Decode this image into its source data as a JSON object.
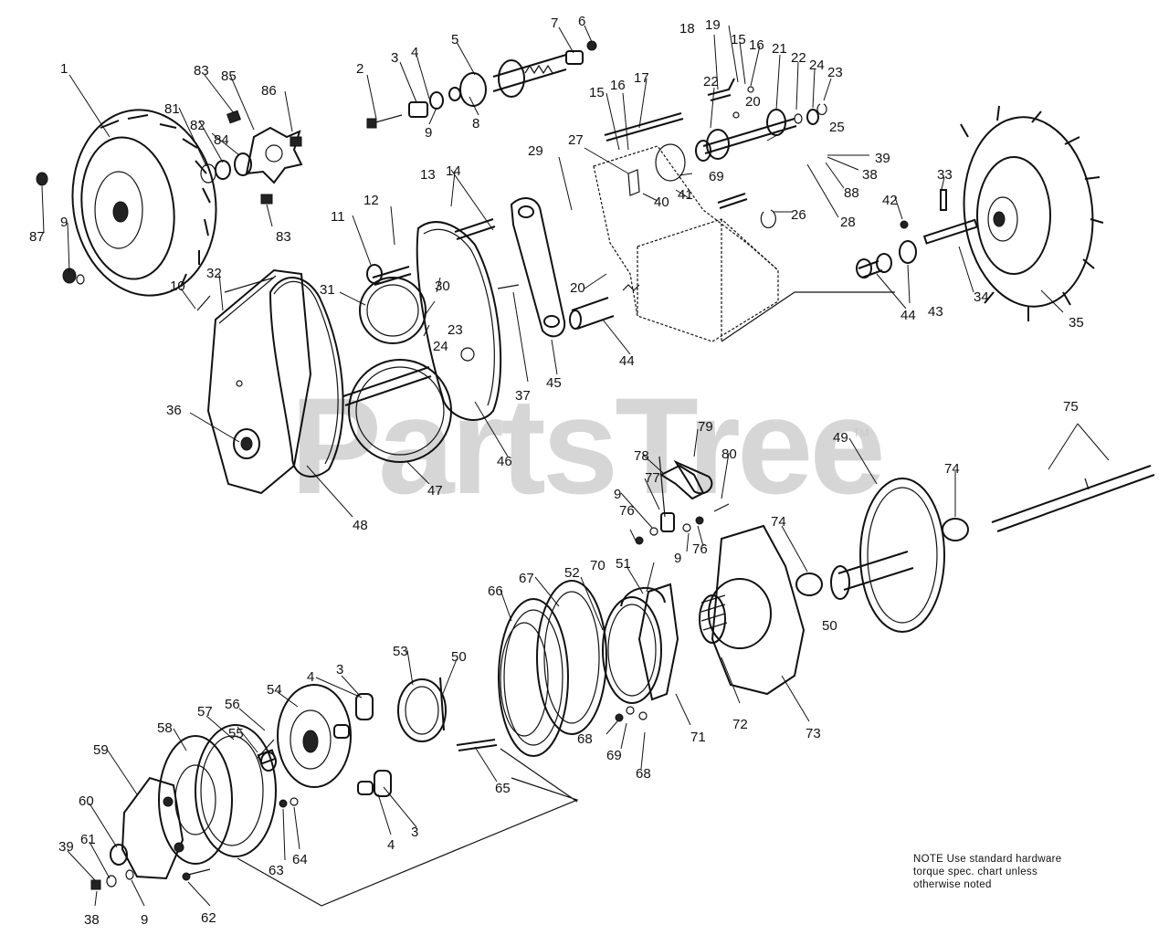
{
  "watermark": {
    "brand": "PartsTree",
    "trademark": "TM"
  },
  "note": {
    "lines": [
      "NOTE  Use standard hardware",
      "torque spec. chart unless",
      "otherwise noted"
    ]
  },
  "callouts": [
    {
      "id": "c1",
      "text": "1"
    },
    {
      "id": "c2",
      "text": "2"
    },
    {
      "id": "c3a",
      "text": "3"
    },
    {
      "id": "c4a",
      "text": "4"
    },
    {
      "id": "c5",
      "text": "5"
    },
    {
      "id": "c7",
      "text": "7"
    },
    {
      "id": "c6",
      "text": "6"
    },
    {
      "id": "c8",
      "text": "8"
    },
    {
      "id": "c9a",
      "text": "9"
    },
    {
      "id": "c18",
      "text": "18"
    },
    {
      "id": "c19",
      "text": "19"
    },
    {
      "id": "c15a",
      "text": "15"
    },
    {
      "id": "c16a",
      "text": "16"
    },
    {
      "id": "c21",
      "text": "21"
    },
    {
      "id": "c22a",
      "text": "22"
    },
    {
      "id": "c24a",
      "text": "24"
    },
    {
      "id": "c23a",
      "text": "23"
    },
    {
      "id": "c20a",
      "text": "20"
    },
    {
      "id": "c25",
      "text": "25"
    },
    {
      "id": "c17",
      "text": "17"
    },
    {
      "id": "c15b",
      "text": "15"
    },
    {
      "id": "c16b",
      "text": "16"
    },
    {
      "id": "c22b",
      "text": "22"
    },
    {
      "id": "c27",
      "text": "27"
    },
    {
      "id": "c29",
      "text": "29"
    },
    {
      "id": "c69a",
      "text": "69"
    },
    {
      "id": "c41",
      "text": "41"
    },
    {
      "id": "c40",
      "text": "40"
    },
    {
      "id": "c39a",
      "text": "39"
    },
    {
      "id": "c38a",
      "text": "38"
    },
    {
      "id": "c88",
      "text": "88"
    },
    {
      "id": "c28",
      "text": "28"
    },
    {
      "id": "c26",
      "text": "26"
    },
    {
      "id": "c42",
      "text": "42"
    },
    {
      "id": "c33",
      "text": "33"
    },
    {
      "id": "c43",
      "text": "43"
    },
    {
      "id": "c34",
      "text": "34"
    },
    {
      "id": "c35",
      "text": "35"
    },
    {
      "id": "c44a",
      "text": "44"
    },
    {
      "id": "c44b",
      "text": "44"
    },
    {
      "id": "c45",
      "text": "45"
    },
    {
      "id": "c20b",
      "text": "20"
    },
    {
      "id": "c37",
      "text": "37"
    },
    {
      "id": "c46",
      "text": "46"
    },
    {
      "id": "c13",
      "text": "13"
    },
    {
      "id": "c14",
      "text": "14"
    },
    {
      "id": "c12",
      "text": "12"
    },
    {
      "id": "c11",
      "text": "11"
    },
    {
      "id": "c30",
      "text": "30"
    },
    {
      "id": "c23b",
      "text": "23"
    },
    {
      "id": "c24b",
      "text": "24"
    },
    {
      "id": "c31",
      "text": "31"
    },
    {
      "id": "c32",
      "text": "32"
    },
    {
      "id": "c10",
      "text": "10"
    },
    {
      "id": "c36",
      "text": "36"
    },
    {
      "id": "c47",
      "text": "47"
    },
    {
      "id": "c48",
      "text": "48"
    },
    {
      "id": "c83a",
      "text": "83"
    },
    {
      "id": "c85",
      "text": "85"
    },
    {
      "id": "c86",
      "text": "86"
    },
    {
      "id": "c81",
      "text": "81"
    },
    {
      "id": "c82",
      "text": "82"
    },
    {
      "id": "c84",
      "text": "84"
    },
    {
      "id": "c83b",
      "text": "83"
    },
    {
      "id": "c87",
      "text": "87"
    },
    {
      "id": "c9b",
      "text": "9"
    },
    {
      "id": "c79",
      "text": "79"
    },
    {
      "id": "c78",
      "text": "78"
    },
    {
      "id": "c80",
      "text": "80"
    },
    {
      "id": "c77",
      "text": "77"
    },
    {
      "id": "c9c",
      "text": "9"
    },
    {
      "id": "c76a",
      "text": "76"
    },
    {
      "id": "c76b",
      "text": "76"
    },
    {
      "id": "c9d",
      "text": "9"
    },
    {
      "id": "c49",
      "text": "49"
    },
    {
      "id": "c75",
      "text": "75"
    },
    {
      "id": "c74a",
      "text": "74"
    },
    {
      "id": "c74b",
      "text": "74"
    },
    {
      "id": "c50a",
      "text": "50"
    },
    {
      "id": "c51",
      "text": "51"
    },
    {
      "id": "c70",
      "text": "70"
    },
    {
      "id": "c52",
      "text": "52"
    },
    {
      "id": "c67",
      "text": "67"
    },
    {
      "id": "c66",
      "text": "66"
    },
    {
      "id": "c72",
      "text": "72"
    },
    {
      "id": "c73",
      "text": "73"
    },
    {
      "id": "c71",
      "text": "71"
    },
    {
      "id": "c68a",
      "text": "68"
    },
    {
      "id": "c69b",
      "text": "69"
    },
    {
      "id": "c68b",
      "text": "68"
    },
    {
      "id": "c53",
      "text": "53"
    },
    {
      "id": "c50b",
      "text": "50"
    },
    {
      "id": "c65",
      "text": "65"
    },
    {
      "id": "c4b",
      "text": "4"
    },
    {
      "id": "c3b",
      "text": "3"
    },
    {
      "id": "c54",
      "text": "54"
    },
    {
      "id": "c56",
      "text": "56"
    },
    {
      "id": "c57",
      "text": "57"
    },
    {
      "id": "c55",
      "text": "55"
    },
    {
      "id": "c58",
      "text": "58"
    },
    {
      "id": "c59",
      "text": "59"
    },
    {
      "id": "c4c",
      "text": "4"
    },
    {
      "id": "c3c",
      "text": "3"
    },
    {
      "id": "c64",
      "text": "64"
    },
    {
      "id": "c63",
      "text": "63"
    },
    {
      "id": "c60",
      "text": "60"
    },
    {
      "id": "c62",
      "text": "62"
    },
    {
      "id": "c39b",
      "text": "39"
    },
    {
      "id": "c61",
      "text": "61"
    },
    {
      "id": "c38b",
      "text": "38"
    },
    {
      "id": "c9e",
      "text": "9"
    }
  ]
}
